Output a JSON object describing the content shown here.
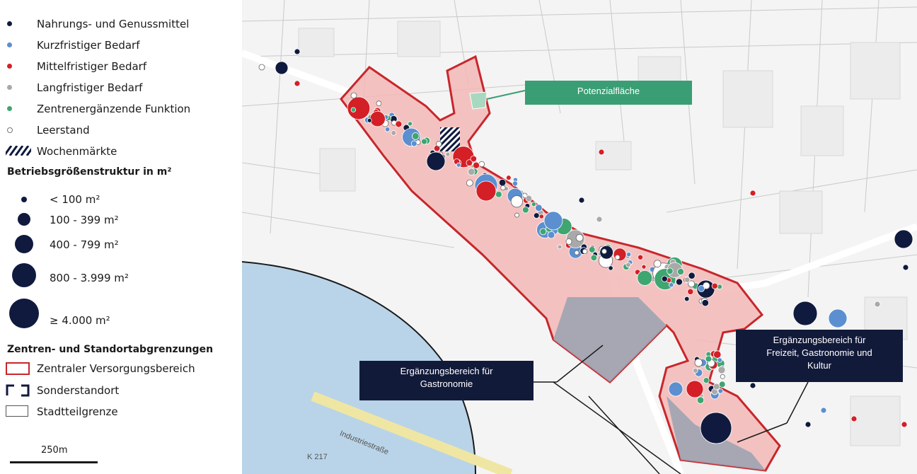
{
  "legend": {
    "categories": [
      {
        "label": "Nahrungs- und Genussmittel",
        "color": "#101a3e"
      },
      {
        "label": "Kurzfristiger Bedarf",
        "color": "#5b8fd0"
      },
      {
        "label": "Mittelfristiger Bedarf",
        "color": "#d41f26"
      },
      {
        "label": "Langfristiger Bedarf",
        "color": "#a9a9a9"
      },
      {
        "label": "Zentrenergänzende Funktion",
        "color": "#3fa571"
      },
      {
        "label": "Leerstand",
        "color": "#ffffff"
      }
    ],
    "wochenmaerkte": "Wochenmärkte",
    "size_heading": "Betriebsgrößenstruktur in m²",
    "sizes": [
      "< 100 m²",
      "100 - 399 m²",
      "400 - 799 m²",
      "800 - 3.999 m²",
      "≥ 4.000 m²"
    ],
    "bounds_heading": "Zentren- und Standortabgrenzungen",
    "bounds": [
      "Zentraler Versorgungsbereich",
      "Sonderstandort",
      "Stadtteilgrenze"
    ],
    "scale": "250m"
  },
  "map": {
    "potenzialflaeche": "Potenzialfläche",
    "gastro_label": [
      "Ergänzungsbereich für",
      "Gastronomie"
    ],
    "freizeit_label": [
      "Ergänzungsbereich für",
      "Freizeit, Gastronomie und",
      "Kultur"
    ],
    "road_k217": "K 217",
    "road_industrie": "Industriestraße",
    "colors": {
      "zvb_fill": "#f2b9b6",
      "zvb_border": "#c8262b",
      "ergaenzung_fill": "#9ea4b3",
      "water": "#b9d4e8",
      "green": "#c8d8b4"
    }
  }
}
